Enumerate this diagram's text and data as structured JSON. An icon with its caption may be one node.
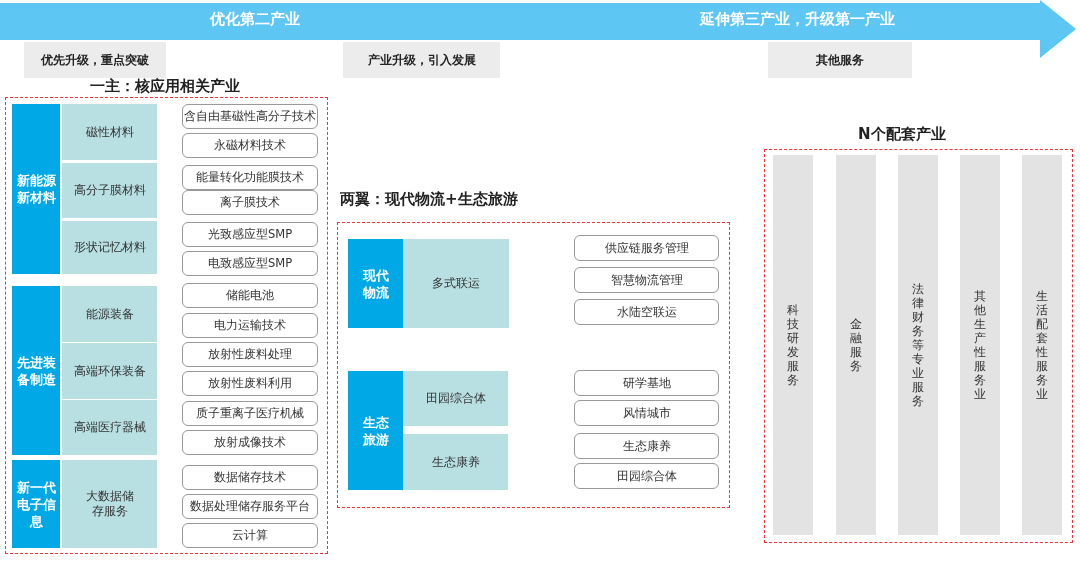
{
  "diagram": {
    "nodes": [
      {
        "text": [
          "优化第二产业",
          "延伸第三产业，升级第一产业"
        ]
      },
      {
        "text": [
          "优先升级，重点突破"
        ]
      },
      {
        "text": [
          "产业升级，引入发展"
        ]
      },
      {
        "text": [
          "其他服务"
        ]
      },
      {
        "text": [
          "一主：核应用相关产业"
        ]
      },
      {
        "text": [
          "新能源新材料"
        ],
        "in": 4
      },
      {
        "text": [
          "磁性材料"
        ],
        "in": 4
      },
      {
        "text": [
          "高分子膜材料"
        ],
        "in": 4
      },
      {
        "text": [
          "形状记忆材料"
        ],
        "in": 4
      },
      {
        "text": [
          "先进装备制造"
        ],
        "in": 4
      },
      {
        "text": [
          "能源装备"
        ],
        "in": 4
      },
      {
        "text": [
          "高端环保装备"
        ],
        "in": 4
      },
      {
        "text": [
          "高端医疗器械"
        ],
        "in": 4
      },
      {
        "text": [
          "新一代电子信息"
        ],
        "in": 4
      },
      {
        "text": [
          "大数据储存服务"
        ],
        "in": 4
      },
      {
        "text": [
          "含自由基磁性高分子技术"
        ],
        "in": 4
      },
      {
        "text": [
          "永磁材料技术"
        ],
        "in": 4
      },
      {
        "text": [
          "能量转化功能膜技术"
        ],
        "in": 4
      },
      {
        "text": [
          "离子膜技术"
        ],
        "in": 4
      },
      {
        "text": [
          "光致感应型SMP"
        ],
        "in": 4
      },
      {
        "text": [
          "电致感应型SMP"
        ],
        "in": 4
      },
      {
        "text": [
          "储能电池"
        ],
        "in": 4
      },
      {
        "text": [
          "电力运输技术"
        ],
        "in": 4
      },
      {
        "text": [
          "放射性废料处理"
        ],
        "in": 4
      },
      {
        "text": [
          "放射性废料利用"
        ],
        "in": 4
      },
      {
        "text": [
          "质子重离子医疗机械"
        ],
        "in": 4
      },
      {
        "text": [
          "放射成像技术"
        ],
        "in": 4
      },
      {
        "text": [
          "数据储存技术"
        ],
        "in": 4
      },
      {
        "text": [
          "数据处理储存服务平台"
        ],
        "in": 4
      },
      {
        "text": [
          "云计算"
        ],
        "in": 4
      },
      {
        "text": [
          "两翼：现代物流+生态旅游"
        ]
      },
      {
        "text": [
          "现代物流"
        ],
        "in": 30
      },
      {
        "text": [
          "多式联运"
        ],
        "in": 30
      },
      {
        "text": [
          "生态旅游"
        ],
        "in": 30
      },
      {
        "text": [
          "田园综合体"
        ],
        "in": 30
      },
      {
        "text": [
          "生态康养"
        ],
        "in": 30
      },
      {
        "text": [
          "供应链服务管理"
        ],
        "in": 30
      },
      {
        "text": [
          "智慧物流管理"
        ],
        "in": 30
      },
      {
        "text": [
          "水陆空联运"
        ],
        "in": 30
      },
      {
        "text": [
          "研学基地"
        ],
        "in": 30
      },
      {
        "text": [
          "风情城市"
        ],
        "in": 30
      },
      {
        "text": [
          "生态康养"
        ],
        "in": 30
      },
      {
        "text": [
          "田园综合体"
        ],
        "in": 30
      },
      {
        "text": [
          "N个配套产业"
        ]
      },
      {
        "text": [
          "科技研发服务"
        ],
        "in": 43
      },
      {
        "text": [
          "金融服务"
        ],
        "in": 43
      },
      {
        "text": [
          "法律财务等专业服务"
        ],
        "in": 43
      },
      {
        "text": [
          "其他生产性服务业"
        ],
        "in": 43
      },
      {
        "text": [
          "生活配套性服务业"
        ],
        "in": 43
      }
    ]
  }
}
